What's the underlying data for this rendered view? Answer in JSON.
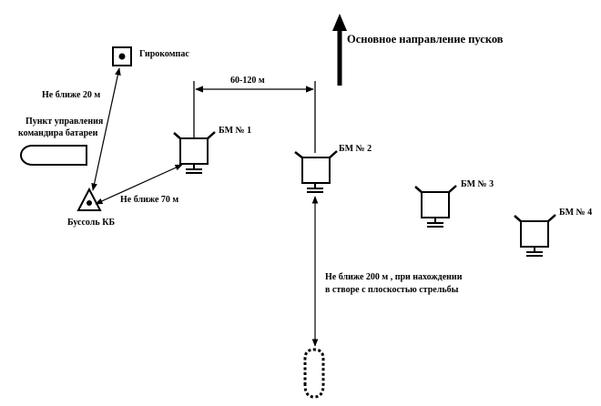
{
  "diagram": {
    "direction_label": "Основное направление пусков",
    "gyrocompass_label": "Гирокомпас",
    "dist_gyro_label": "Не ближе 20 м",
    "command_post_line1": "Пункт управления",
    "command_post_line2": "командира батареи",
    "compass_label": "Буссоль КБ",
    "dist_compass_label": "Не ближе 70 м",
    "spacing_label": "60-120 м",
    "launchers": [
      {
        "label": "БМ № 1"
      },
      {
        "label": "БМ № 2"
      },
      {
        "label": "БМ № 3"
      },
      {
        "label": "БМ № 4"
      }
    ],
    "dist_vehicle_line1": "Не ближе 200 м , при нахождении",
    "dist_vehicle_line2": "в створе с плоскостью стрельбы"
  },
  "colors": {
    "ink": "#000000",
    "background": "#ffffff"
  }
}
